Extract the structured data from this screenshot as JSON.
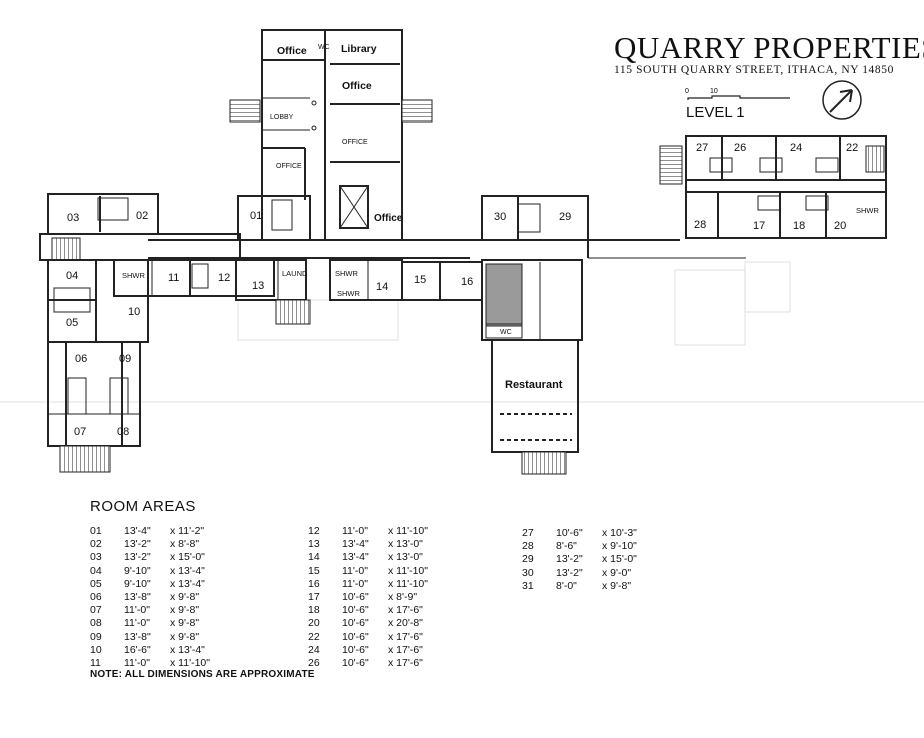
{
  "header": {
    "company": "QUARRY PROPERTIES",
    "address": "115 SOUTH QUARRY STREET, ITHACA, NY 14850",
    "level": "LEVEL 1",
    "scale_start": "0",
    "scale_end": "10"
  },
  "rooms": {
    "r01": "01",
    "r02": "02",
    "r03": "03",
    "r04": "04",
    "r05": "05",
    "r06": "06",
    "r07": "07",
    "r08": "08",
    "r09": "09",
    "r10": "10",
    "r11": "11",
    "r12": "12",
    "r13": "13",
    "r14": "14",
    "r15": "15",
    "r16": "16",
    "r17": "17",
    "r18": "18",
    "r20": "20",
    "r22": "22",
    "r24": "24",
    "r26": "26",
    "r27": "27",
    "r28": "28",
    "r29": "29",
    "r30": "30"
  },
  "labels": {
    "office": "Office",
    "office_upper": "OFFICE",
    "library": "Library",
    "lobby": "LOBBY",
    "wc": "WC",
    "restaurant": "Restaurant",
    "laund": "LAUND",
    "shwr": "SHWR"
  },
  "areas": {
    "title": "ROOM AREAS",
    "note": "NOTE: ALL DIMENSIONS ARE APPROXIMATE",
    "columns": [
      [
        [
          "01",
          "13'-4\"",
          "x 11'-2\""
        ],
        [
          "02",
          "13'-2\"",
          "x 8'-8\""
        ],
        [
          "03",
          "13'-2\"",
          "x 15'-0\""
        ],
        [
          "04",
          "9'-10\"",
          "x 13'-4\""
        ],
        [
          "05",
          "9'-10\"",
          "x 13'-4\""
        ],
        [
          "06",
          "13'-8\"",
          "x 9'-8\""
        ],
        [
          "07",
          "11'-0\"",
          "x 9'-8\""
        ],
        [
          "08",
          "11'-0\"",
          "x 9'-8\""
        ],
        [
          "09",
          "13'-8\"",
          "x 9'-8\""
        ],
        [
          "10",
          "16'-6\"",
          "x 13'-4\""
        ],
        [
          "11",
          "11'-0\"",
          "x 11'-10\""
        ]
      ],
      [
        [
          "12",
          "11'-0\"",
          "x 11'-10\""
        ],
        [
          "13",
          "13'-4\"",
          "x 13'-0\""
        ],
        [
          "14",
          "13'-4\"",
          "x 13'-0\""
        ],
        [
          "15",
          "11'-0\"",
          "x 11'-10\""
        ],
        [
          "16",
          "11'-0\"",
          "x 11'-10\""
        ],
        [
          "17",
          "10'-6\"",
          "x 8'-9\""
        ],
        [
          "18",
          "10'-6\"",
          "x 17'-6\""
        ],
        [
          "20",
          "10'-6\"",
          "x 20'-8\""
        ],
        [
          "22",
          "10'-6\"",
          "x 17'-6\""
        ],
        [
          "24",
          "10'-6\"",
          "x 17'-6\""
        ],
        [
          "26",
          "10'-6\"",
          "x 17'-6\""
        ]
      ],
      [
        [
          "27",
          "10'-6\"",
          "x 10'-3\""
        ],
        [
          "28",
          "8'-6\"",
          "x 9'-10\""
        ],
        [
          "29",
          "13'-2\"",
          "x 15'-0\""
        ],
        [
          "30",
          "13'-2\"",
          "x 9'-0\""
        ],
        [
          "31",
          "8'-0\"",
          "x 9'-8\""
        ]
      ]
    ]
  }
}
